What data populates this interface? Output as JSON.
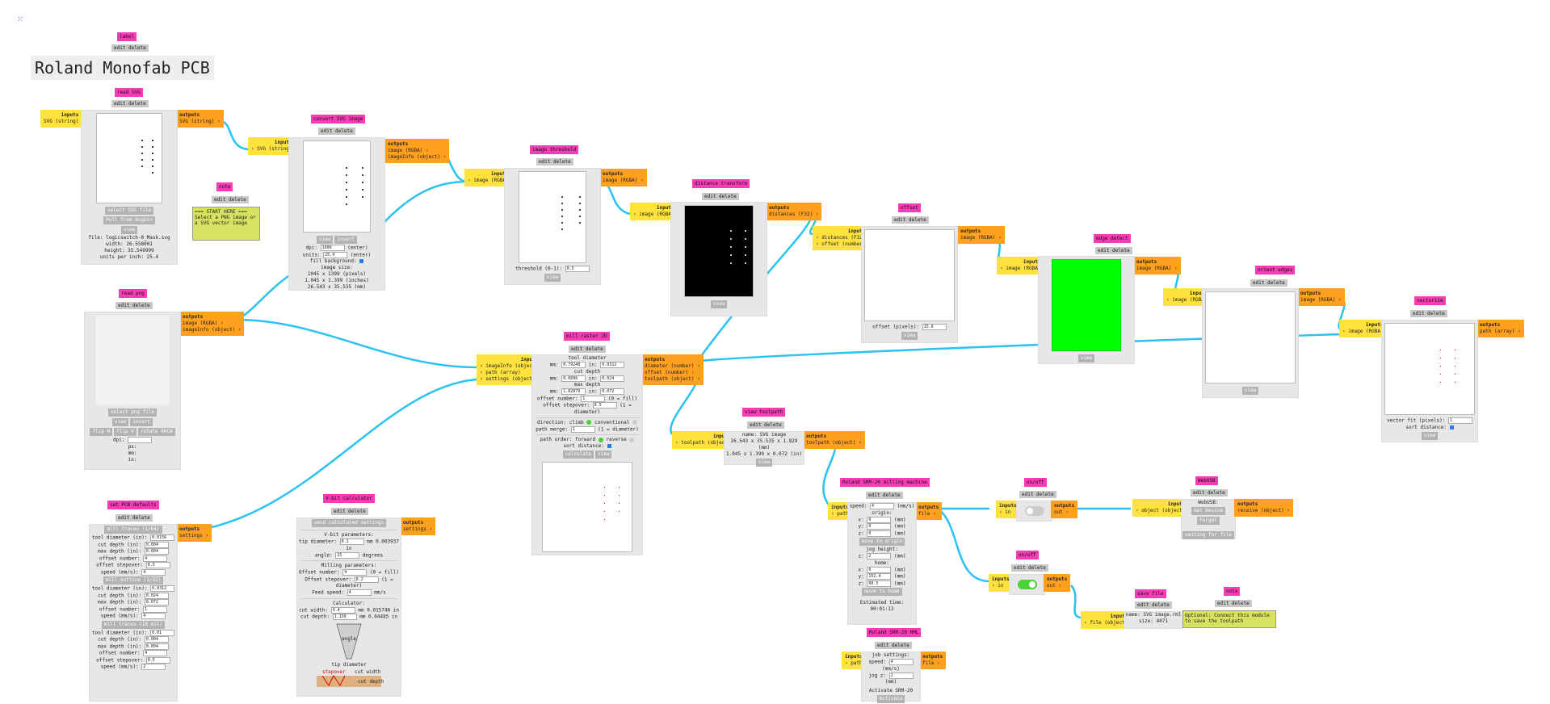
{
  "app_icon": "grid-icon",
  "colors": {
    "title": "#f73cb6",
    "input": "#ffe23b",
    "output": "#ffa01e",
    "wire": "#29c2f2"
  },
  "common": {
    "edit_delete": "edit delete",
    "inputs": "inputs",
    "outputs": "outputs",
    "view": "view"
  },
  "label": {
    "title": "label",
    "text": "Roland Monofab PCB"
  },
  "read_svg": {
    "title": "read SVG",
    "in": "SVG (string)",
    "out": "SVG (string) ›",
    "btn_select": "select SVG file",
    "btn_pull": "Pull from bugbin",
    "file": "file: logicswitch-0_Mask.svg",
    "width": "width: 26.558001",
    "height": "height: 35.549999",
    "units": "units per inch: 25.4"
  },
  "note1": {
    "title": "note",
    "text": "=== START HERE ===\nSelect a PNG image or a SVG vector image"
  },
  "convert_svg": {
    "title": "convert SVG image",
    "in": "› SVG (string)",
    "out1": "image (RGBA) ›",
    "out2": "imageInfo (object) ›",
    "btn_invert": "invert",
    "dpi_lbl": "dpi:",
    "dpi": "1000",
    "enter": "(enter)",
    "units_lbl": "units:",
    "units": "25.4",
    "fill": "fill background:",
    "size_lbl": "image size:",
    "size1": "1045 x 1399 (pixels)",
    "size2": "1.045 x 1.399 (inches)",
    "size3": "26.543 x 35.535 (mm)"
  },
  "read_png": {
    "title": "read png",
    "out1": "image (RGBA) ›",
    "out2": "imageInfo (object) ›",
    "btn_select": "select png file",
    "btn_invert": "invert",
    "btn_fliph": "flip H",
    "btn_flipv": "flip V",
    "btn_rotate": "rotate 90CW",
    "dpi": "dpi:",
    "px": "px:",
    "mm": "mm:",
    "in": "in:"
  },
  "threshold": {
    "title": "image threshold",
    "in": "› image (RGBA)",
    "out": "image (RGBA) ›",
    "lbl": "threshold (0-1):",
    "value": "0.5"
  },
  "distance": {
    "title": "distance transform",
    "in": "› image (RGBA)",
    "out": "distances (F32) ›"
  },
  "offset": {
    "title": "offset",
    "in1": "› distances (F32)",
    "in2": "› offset (number)",
    "out": "image (RGBA) ›",
    "lbl": "offset (pixels):",
    "value": "15.6"
  },
  "edge": {
    "title": "edge detect",
    "in": "› image (RGBA)",
    "out": "image (RGBA) ›"
  },
  "orient": {
    "title": "orient edges",
    "in": "› image (RGBA)",
    "out": "image (RGBA) ›"
  },
  "vectorize": {
    "title": "vectorize",
    "in": "› image (RGBA)",
    "out": "path (array) ›",
    "fit": "vector fit (pixels):",
    "fit_val": "1",
    "sort": "sort distance:"
  },
  "mill": {
    "title": "mill raster 2D",
    "in1": "› imageInfo (object)",
    "in2": "› path (array)",
    "in3": "› settings (object)",
    "out1": "diameter (number) ›",
    "out2": "offset (number) ›",
    "out3": "toolpath (object) ›",
    "tool": "tool diameter",
    "mm_lbl": "mm:",
    "in_lbl": "in:",
    "tool_mm": "0.79248",
    "tool_in": "0.0312",
    "cut": "cut depth",
    "cut_mm": "0.6096",
    "cut_in": "0.024",
    "max": "max depth",
    "max_mm": "1.82879",
    "max_in": "0.072",
    "offn_lbl": "offset number:",
    "offn": "1",
    "offn_hint": "(0 = fill)",
    "step_lbl": "offset stepover:",
    "step": "0.5",
    "step_hint": "(1 = diameter)",
    "dir": "direction: climb",
    "conv": "conventional",
    "merge_lbl": "path merge:",
    "merge": "1",
    "merge_hint": "(1 = diameter)",
    "order": "path order: forward",
    "rev": "reverse",
    "sort": "sort distance:",
    "btn_calc": "calculate"
  },
  "view_tp": {
    "title": "view toolpath",
    "in": "› toolpath (object)",
    "out": "toolpath (object) ›",
    "name": "name: SVG image",
    "size1": "26.543 x 35.535 x 1.829 (mm)",
    "size2": "1.045 x 1.399 x 0.072 (in)"
  },
  "pcb": {
    "title": "set PCB defaults",
    "out": "settings ›",
    "btn1": "mill traces (1/64)",
    "btn2": "mill outline (1/32)",
    "btn3": "mill traces (10 mil)",
    "td": "tool diameter (in):",
    "cd": "cut depth (in):",
    "md": "max depth (in):",
    "on": "offset number:",
    "os": "offset stepover:",
    "sp": "speed (mm/s):",
    "g1": [
      "0.0156",
      "0.004",
      "0.004",
      "4",
      "0.5",
      "4"
    ],
    "g2": [
      "0.0312",
      "0.024",
      "0.072",
      "1",
      "0.5",
      "4"
    ],
    "g3": [
      "0.01",
      "0.004",
      "0.004",
      "4",
      "0.5",
      "2"
    ]
  },
  "vbit": {
    "title": "V-bit calculator",
    "out": "settings ›",
    "btn_send": "send calculated settings",
    "vp": "V-bit parameters:",
    "tip_lbl": "tip diameter:",
    "tip": "0.1",
    "tip_unit": "mm 0.003937 in",
    "ang_lbl": "angle:",
    "ang": "15",
    "ang_unit": "degrees",
    "mp": "Milling parameters:",
    "on_lbl": "Offset number:",
    "on": "4",
    "on_hint": "(0 = fill)",
    "os_lbl": "Offset stepover:",
    "os": "0.2",
    "os_hint": "(1 = diameter)",
    "fs_lbl": "Feed speed:",
    "fs": "4",
    "fs_unit": "mm/s",
    "calc": "Calculator:",
    "cw_lbl": "cut width:",
    "cw": "0.4",
    "cw_unit": "mm 0.015748 in",
    "cd_lbl": "cut depth:",
    "cd": "1.130",
    "cd_unit": "mm 0.04485 in",
    "d_angle": "angle",
    "d_tip": "tip diameter",
    "d_step": "stepover",
    "d_cw": "cut width",
    "d_cd": "cut depth"
  },
  "srm": {
    "title": "Roland SRM-20 milling machine",
    "in": "› path",
    "out": "file ›",
    "speed_lbl": "speed:",
    "speed": "4",
    "speed_unit": "(mm/s)",
    "origin": "origin:",
    "x": "0",
    "y": "0",
    "z": "0",
    "mm": "(mm)",
    "btn_origin": "move to origin",
    "jog": "jog height:",
    "jog_z": "2",
    "home": "home:",
    "hx": "0",
    "hy": "152.4",
    "hz": "60.5",
    "btn_home": "move to home",
    "est": "Estimated time: 00:01:13"
  },
  "srm_rml": {
    "title": "Roland SRM-20 RML",
    "in": "› path",
    "out": "file ›",
    "job": "job settings:",
    "speed": "4",
    "jog": "2",
    "activate": "Activate SRM-20",
    "btn": "Activate"
  },
  "onoff1": {
    "title": "on/off",
    "in": "› in",
    "out": "out ›"
  },
  "onoff2": {
    "title": "on/off",
    "in": "› in",
    "out": "out ›"
  },
  "webusb": {
    "title": "WebUSB",
    "in": "› object (object)",
    "out": "receive (object) ›",
    "lbl": "WebUSB:",
    "btn_get": "Get Device",
    "btn_forget": "Forget",
    "btn_wait": "waiting for file"
  },
  "save": {
    "title": "save file",
    "in": "› file (object)",
    "name": "name: SVG image.rml",
    "size": "size: 4071"
  },
  "note2": {
    "title": "note",
    "text": "Optional: Connect this module to save the toolpath"
  }
}
